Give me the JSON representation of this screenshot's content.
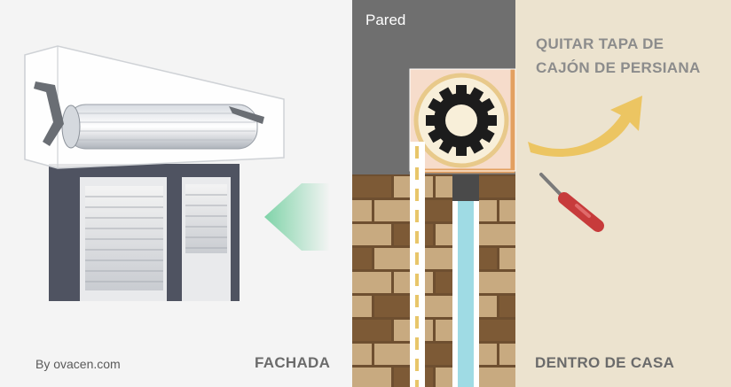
{
  "labels": {
    "wall": "Pared",
    "title_line1": "QUITAR TAPA DE",
    "title_line2": "CAJÓN DE PERSIANA",
    "outside": "FACHADA",
    "inside": "DENTRO DE CASA",
    "credit": "By ovacen.com"
  },
  "colors": {
    "left_background": "#f4f4f4",
    "wall_gray": "#6f6f6f",
    "inside_background": "#ece3cf",
    "brick_light": "#c8aa80",
    "brick_dark": "#7d5a36",
    "box_fill": "#f6dccb",
    "box_border": "#e3a060",
    "gear": "#1c1c1c",
    "pulley_ring": "#e8c98a",
    "strap": "#9fdbe4",
    "guide_dashes": "#e8c66a",
    "arrow_green": "#7fd3a8",
    "arrow_yellow": "#ecc562",
    "screwdriver_handle": "#c73b3b",
    "window_frame": "#4f5361"
  },
  "icons": [
    "roller-shutter-window-illustration",
    "gear-icon",
    "screwdriver-icon",
    "left-arrow-icon",
    "curved-arrow-icon"
  ]
}
